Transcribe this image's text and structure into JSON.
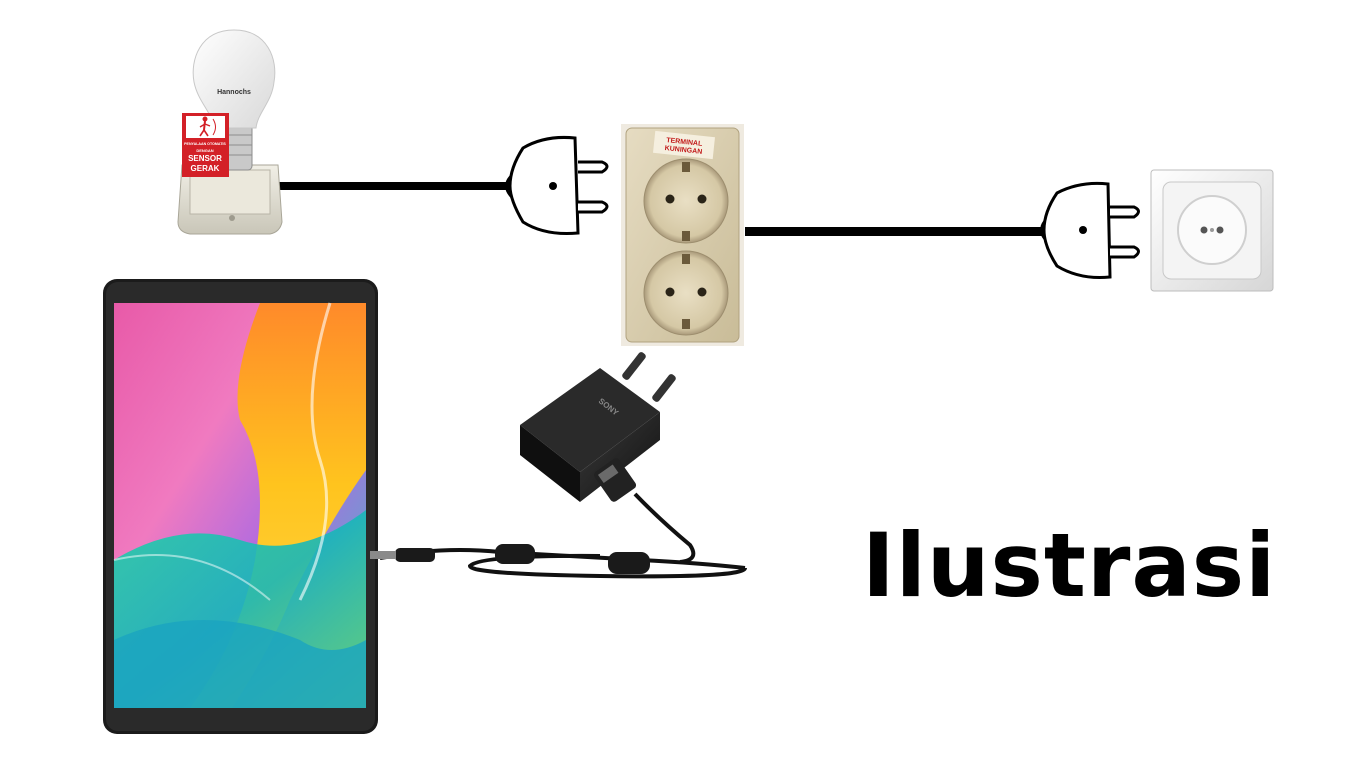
{
  "title": "Ilustrasi",
  "lamp": {
    "brand": "Hannochs",
    "sticker_top": "PENYALAAN OTOMATIS",
    "sticker_mid": "DENGAN",
    "sticker_line1": "SENSOR",
    "sticker_line2": "GERAK"
  },
  "power_strip": {
    "label_line1": "TERMINAL",
    "label_line2": "KUNINGAN"
  },
  "charger": {
    "brand": "SONY"
  },
  "colors": {
    "cable": "#000000",
    "socket_beige": "#d8ccae",
    "sticker_red": "#d32027",
    "charger_black": "#1d1d1d"
  }
}
